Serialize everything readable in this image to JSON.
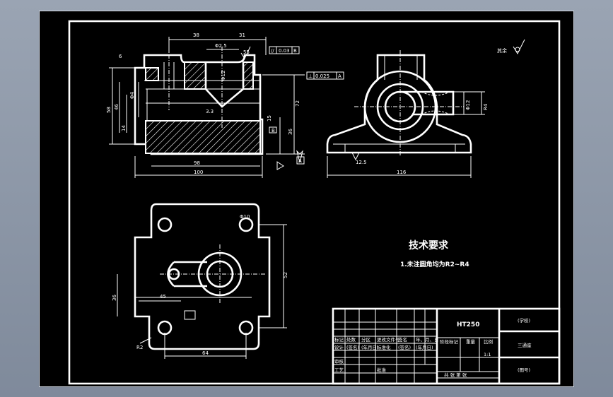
{
  "front_view": {
    "dims": {
      "d38_top": "38",
      "d31_top": "31",
      "d_phi": "Φ2.5",
      "d_left6": "6",
      "d_h1": "Φ4",
      "d_h2": "46",
      "d_h3": "14",
      "d_33": "3.3",
      "d_r12": "Φ12",
      "d_55": "55",
      "d_58": "58",
      "d_36": "36",
      "d_72": "72",
      "d_bottom": "98",
      "d_100": "100",
      "d_s15": "15"
    },
    "tolerance1": [
      "//",
      "0.03",
      "B"
    ],
    "tolerance2": [
      "⊥",
      "0.025",
      "A"
    ],
    "datum_b": "B",
    "datum_a": "A"
  },
  "side_view": {
    "dim_width": "116",
    "dim_r1": "Φ12",
    "dim_r2": "R4",
    "dim_rough": "12.5"
  },
  "plan_view": {
    "dim_52": "52",
    "dim_45": "45",
    "dim_64": "64",
    "dim_36": "36",
    "dim_left": "R2",
    "dim_phi": "Φ10"
  },
  "roughness_note": "其余",
  "requirements": {
    "title": "技术要求",
    "line1": "1.未注圆角均为R2~R4"
  },
  "title_block": {
    "material": "HT250",
    "school": "(学校)",
    "drawing_name": "三通座",
    "drawing_no": "(图号)",
    "rows": [
      [
        "标记",
        "处数",
        "分区",
        "更改文件号",
        "签名",
        "年、月、日"
      ],
      [
        "设计",
        "(签名)",
        "(年月日)",
        "标准化",
        "(签名)",
        "(年月日)"
      ],
      [
        "审核",
        "",
        "",
        "",
        "",
        ""
      ],
      [
        "工艺",
        "",
        "批准",
        "",
        "",
        ""
      ]
    ],
    "stage_headers": [
      "阶段标记",
      "重量",
      "比例"
    ],
    "scale": "1:1",
    "sheet_info": "共  张  第  张"
  }
}
